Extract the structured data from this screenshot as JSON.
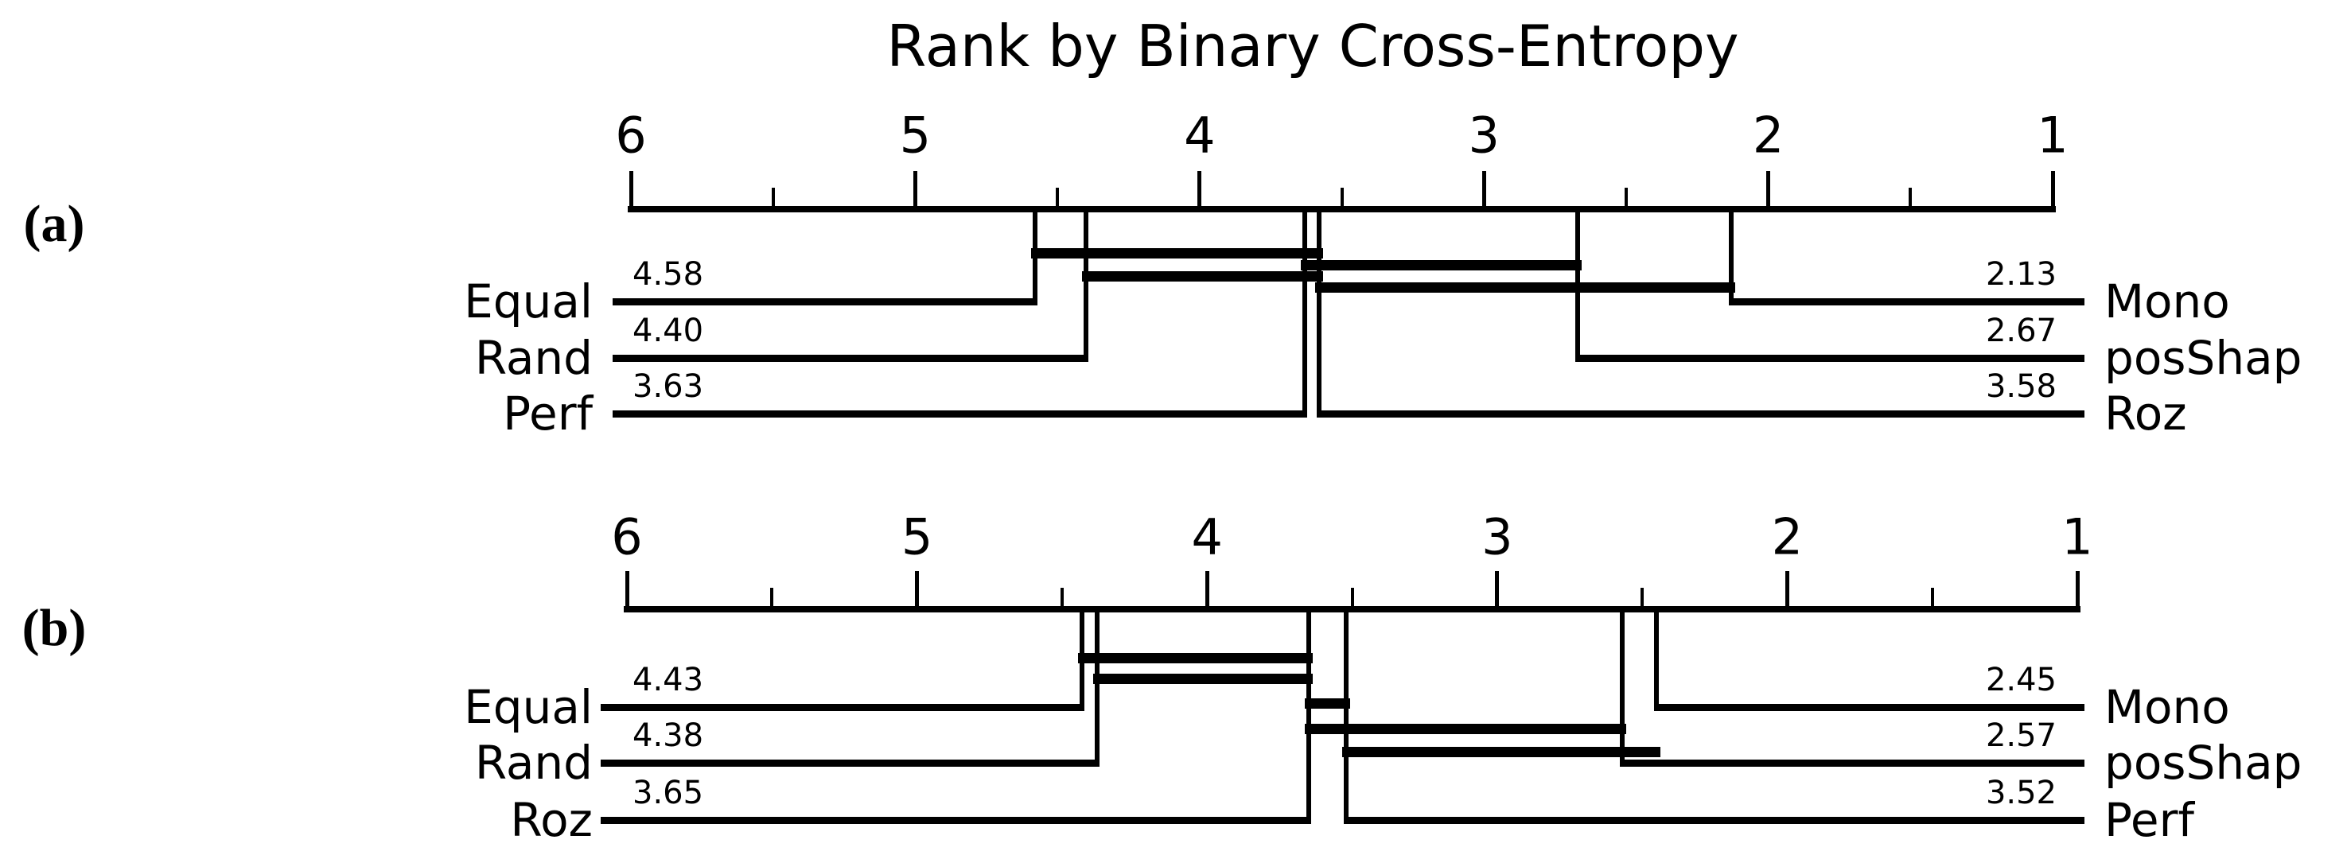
{
  "figure": {
    "background_color": "#ffffff",
    "ink_color": "#000000"
  },
  "chart_data": [
    {
      "type": "critical-difference-diagram",
      "panel_label": "(a)",
      "title": "Rank by Binary Cross-Entropy",
      "axis": {
        "min": 1,
        "max": 6,
        "tick_labels": [
          "6",
          "5",
          "4",
          "3",
          "2",
          "1"
        ],
        "tick_values": [
          6,
          5,
          4,
          3,
          2,
          1
        ],
        "minor_tick_values": [
          5.5,
          4.5,
          3.5,
          2.5,
          1.5
        ],
        "direction": "lower-rank-right"
      },
      "algorithms": [
        {
          "name": "Equal",
          "rank": 4.58,
          "value_label": "4.58",
          "side": "left",
          "row": 1
        },
        {
          "name": "Rand",
          "rank": 4.4,
          "value_label": "4.40",
          "side": "left",
          "row": 2
        },
        {
          "name": "Perf",
          "rank": 3.63,
          "value_label": "3.63",
          "side": "left",
          "row": 3
        },
        {
          "name": "Mono",
          "rank": 2.13,
          "value_label": "2.13",
          "side": "right",
          "row": 1
        },
        {
          "name": "posShap",
          "rank": 2.67,
          "value_label": "2.67",
          "side": "right",
          "row": 2
        },
        {
          "name": "Roz",
          "rank": 3.58,
          "value_label": "3.58",
          "side": "right",
          "row": 3
        }
      ],
      "cliques": [
        {
          "from_rank": 4.58,
          "to_rank": 3.58,
          "level": 1
        },
        {
          "from_rank": 3.63,
          "to_rank": 2.67,
          "level": 2
        },
        {
          "from_rank": 4.4,
          "to_rank": 3.58,
          "level": 3
        },
        {
          "from_rank": 3.58,
          "to_rank": 2.13,
          "level": 4
        }
      ]
    },
    {
      "type": "critical-difference-diagram",
      "panel_label": "(b)",
      "title": "",
      "axis": {
        "min": 1,
        "max": 6,
        "tick_labels": [
          "6",
          "5",
          "4",
          "3",
          "2",
          "1"
        ],
        "tick_values": [
          6,
          5,
          4,
          3,
          2,
          1
        ],
        "minor_tick_values": [
          5.5,
          4.5,
          3.5,
          2.5,
          1.5
        ],
        "direction": "lower-rank-right"
      },
      "algorithms": [
        {
          "name": "Equal",
          "rank": 4.43,
          "value_label": "4.43",
          "side": "left",
          "row": 1
        },
        {
          "name": "Rand",
          "rank": 4.38,
          "value_label": "4.38",
          "side": "left",
          "row": 2
        },
        {
          "name": "Roz",
          "rank": 3.65,
          "value_label": "3.65",
          "side": "left",
          "row": 3
        },
        {
          "name": "Mono",
          "rank": 2.45,
          "value_label": "2.45",
          "side": "right",
          "row": 1
        },
        {
          "name": "posShap",
          "rank": 2.57,
          "value_label": "2.57",
          "side": "right",
          "row": 2
        },
        {
          "name": "Perf",
          "rank": 3.52,
          "value_label": "3.52",
          "side": "right",
          "row": 3
        }
      ],
      "cliques": [
        {
          "from_rank": 4.43,
          "to_rank": 3.65,
          "level": 1
        },
        {
          "from_rank": 4.38,
          "to_rank": 3.65,
          "level": 2
        },
        {
          "from_rank": 3.65,
          "to_rank": 3.52,
          "level": 3
        },
        {
          "from_rank": 3.65,
          "to_rank": 2.57,
          "level": 4
        },
        {
          "from_rank": 3.52,
          "to_rank": 2.45,
          "level": 5
        }
      ]
    }
  ]
}
